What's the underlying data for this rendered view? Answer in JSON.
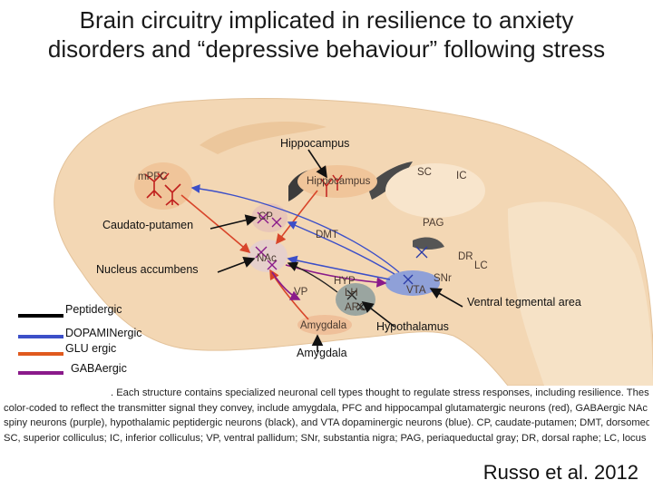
{
  "title": {
    "line1": "Brain circuitry implicated in resilience to anxiety",
    "line2": "disorders and “depressive behaviour” following stress"
  },
  "callouts": {
    "hippocampus": "Hippocampus",
    "caudato_putamen": "Caudato-putamen",
    "nucleus_accumbens": "Nucleus accumbens",
    "ventral_tegmental_area": "Ventral tegmental area",
    "hypothalamus": "Hypothalamus",
    "amygdala": "Amygdala"
  },
  "brain_labels": {
    "mpfc": "mPFC",
    "hippocampus": "Hippocampus",
    "sc": "SC",
    "ic": "IC",
    "cp": "CP",
    "dmt": "DMT",
    "pag": "PAG",
    "nac": "NAc",
    "dr": "DR",
    "lc": "LC",
    "snr": "SNr",
    "hyp": "HYP",
    "lh": "LH",
    "arc": "ARC",
    "vta": "VTA",
    "vp": "VP",
    "amygdala": "Amygdala"
  },
  "legend": [
    {
      "label": "Peptidergic",
      "color": "#000000"
    },
    {
      "label": "DOPAMINergic",
      "color": "#3c4fc8"
    },
    {
      "label": "GLU ergic",
      "color": "#e05a1e"
    },
    {
      "label": "GABAergic",
      "color": "#8a1a8a"
    }
  ],
  "caption": {
    "line1": ". Each structure contains specialized neuronal cell types thought to regulate stress responses, including resilience. These cell types,",
    "line2": "color-coded to reflect the transmitter signal they convey, include amygdala, PFC and hippocampal glutamatergic neurons (red), GABAergic NAc medium",
    "line3": "spiny neurons (purple), hypothalamic peptidergic neurons (black), and VTA dopaminergic neurons (blue). CP, caudate-putamen; DMT, dorsomedial thalamus;",
    "line4": "SC, superior colliculus; IC, inferior colliculus; VP, ventral pallidum; SNr, substantia nigra; PAG, periaqueductal gray; DR, dorsal raphe; LC, locus coeruleus."
  },
  "citation": "Russo et al. 2012"
}
